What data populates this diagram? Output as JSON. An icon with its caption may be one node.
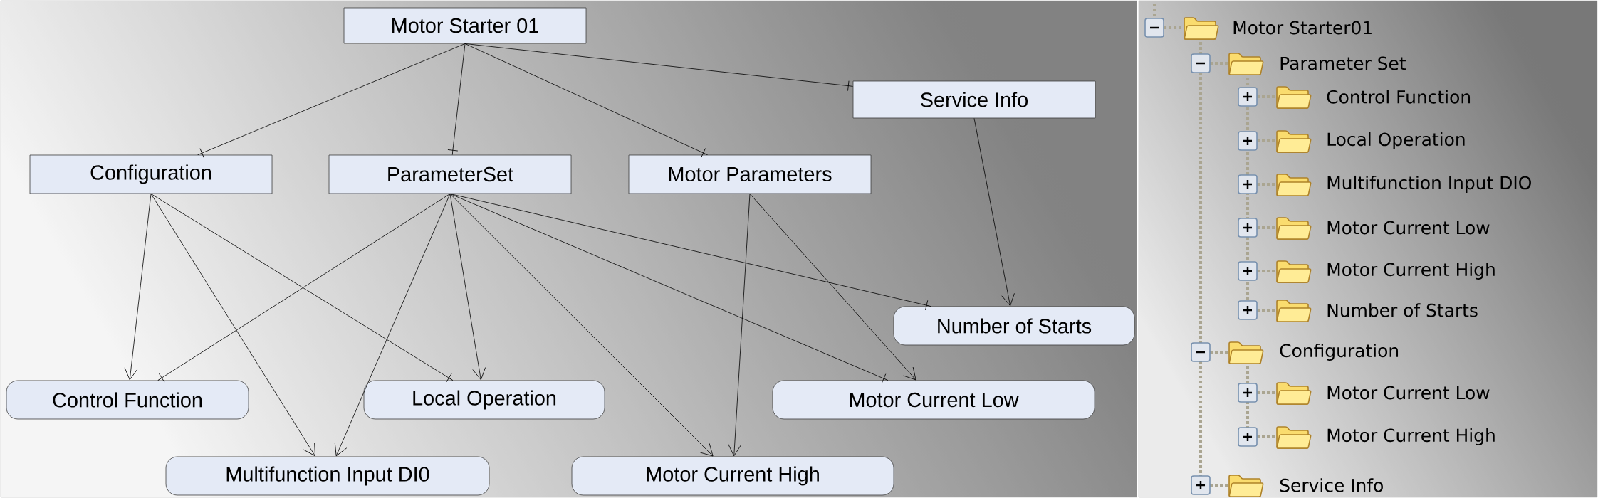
{
  "diagram": {
    "nodes": [
      {
        "text": [
          "Motor Starter 01"
        ]
      },
      {
        "text": [
          "Service Info"
        ]
      },
      {
        "text": [
          "Configuration"
        ]
      },
      {
        "text": [
          "ParameterSet"
        ]
      },
      {
        "text": [
          "Motor Parameters"
        ]
      },
      {
        "text": [
          "Number of Starts"
        ]
      },
      {
        "text": [
          "Control Function"
        ]
      },
      {
        "text": [
          "Local Operation"
        ]
      },
      {
        "text": [
          "Motor Current Low"
        ]
      },
      {
        "text": [
          "Multifunction Input DI0"
        ]
      },
      {
        "text": [
          "Motor Current High"
        ]
      }
    ],
    "edges": [
      {
        "from": 0,
        "to": 2,
        "arrow": "other"
      },
      {
        "from": 0,
        "to": 3,
        "arrow": "other"
      },
      {
        "from": 0,
        "to": 4,
        "arrow": "other"
      },
      {
        "from": 0,
        "to": 1,
        "arrow": "other"
      },
      {
        "from": 2,
        "to": 6,
        "arrow": "to"
      },
      {
        "from": 2,
        "to": 9,
        "arrow": "to"
      },
      {
        "from": 2,
        "to": 7,
        "arrow": "other"
      },
      {
        "from": 3,
        "to": 6,
        "arrow": "other"
      },
      {
        "from": 3,
        "to": 9,
        "arrow": "to"
      },
      {
        "from": 3,
        "to": 7,
        "arrow": "to"
      },
      {
        "from": 3,
        "to": 10,
        "arrow": "to"
      },
      {
        "from": 3,
        "to": 8,
        "arrow": "other"
      },
      {
        "from": 3,
        "to": 5,
        "arrow": "other"
      },
      {
        "from": 4,
        "to": 10,
        "arrow": "to"
      },
      {
        "from": 4,
        "to": 8,
        "arrow": "to"
      },
      {
        "from": 1,
        "to": 5,
        "arrow": "to"
      }
    ],
    "labels": [
      "Motor Starter01",
      "Parameter Set",
      "Control Function",
      "Local Operation",
      "Multifunction Input DIO",
      "Motor Current Low",
      "Motor Current High",
      "Number of Starts",
      "Configuration",
      "Motor Current Low",
      "Motor Current High",
      "Service Info"
    ]
  }
}
